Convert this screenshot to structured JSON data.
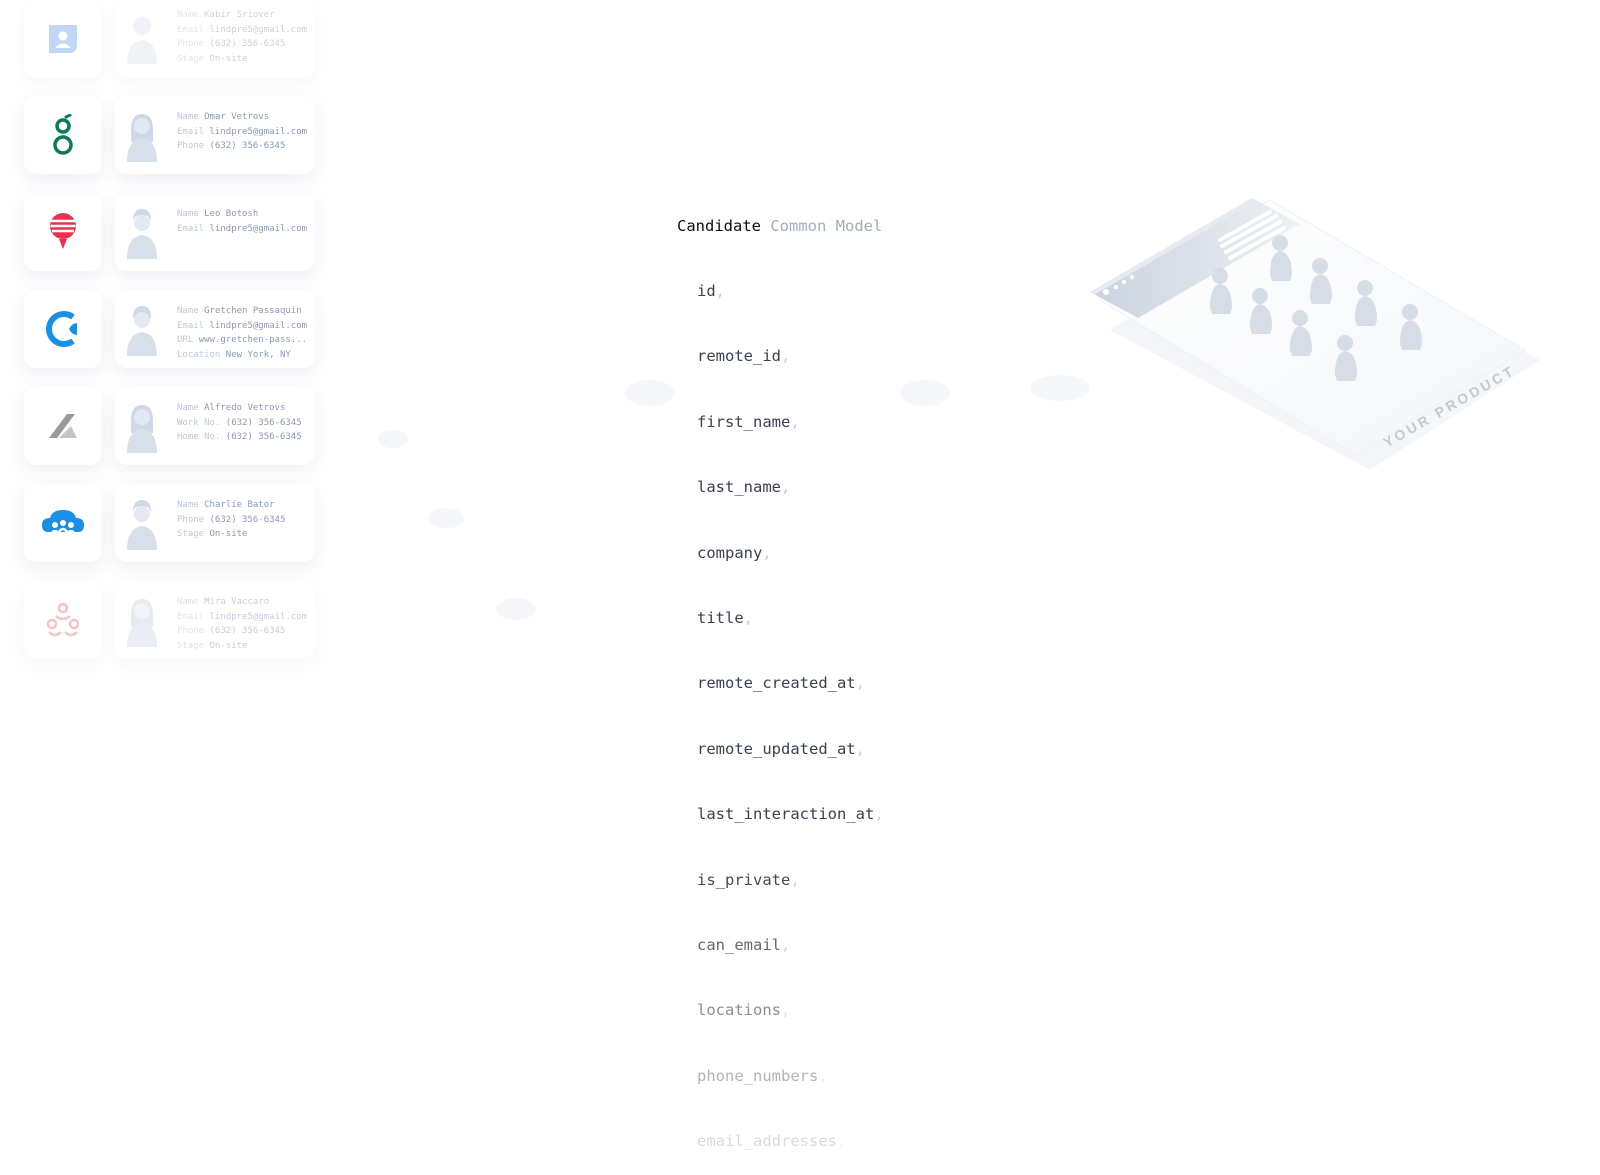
{
  "candidate_cards": [
    {
      "rows": [
        {
          "label": "Name",
          "value": "Kabir Sriover"
        },
        {
          "label": "Email",
          "value": "lindpre5@gmail.com"
        },
        {
          "label": "Phone",
          "value": "(632) 356-6345"
        },
        {
          "label": "Stage",
          "value": "On-site"
        }
      ]
    },
    {
      "rows": [
        {
          "label": "Name",
          "value": "Omar Vetrovs"
        },
        {
          "label": "Email",
          "value": "lindpre5@gmail.com"
        },
        {
          "label": "Phone",
          "value": "(632) 356-6345"
        }
      ]
    },
    {
      "rows": [
        {
          "label": "Name",
          "value": "Leo Botosh"
        },
        {
          "label": "Email",
          "value": "lindpre5@gmail.com"
        }
      ]
    },
    {
      "rows": [
        {
          "label": "Name",
          "value": "Gretchen Passaquin"
        },
        {
          "label": "Email",
          "value": "lindpre5@gmail.com"
        },
        {
          "label": "URL",
          "value": "www.gretchen-pass..."
        },
        {
          "label": "Location",
          "value": "New York, NY"
        }
      ]
    },
    {
      "rows": [
        {
          "label": "Name",
          "value": "Alfredo Vetrovs"
        },
        {
          "label": "Work No.",
          "value": "(632) 356-6345"
        },
        {
          "label": "Home No.",
          "value": "(632) 356-6345"
        }
      ]
    },
    {
      "rows": [
        {
          "label": "Name",
          "value": "Charlie Bator"
        },
        {
          "label": "Phone",
          "value": "(632) 356-6345"
        },
        {
          "label": "Stage",
          "value": "On-site"
        }
      ]
    },
    {
      "rows": [
        {
          "label": "Name",
          "value": "Mira Vaccaro"
        },
        {
          "label": "Email",
          "value": "lindpre5@gmail.com"
        },
        {
          "label": "Phone",
          "value": "(632) 356-6345"
        },
        {
          "label": "Stage",
          "value": "On-site"
        }
      ]
    }
  ],
  "integration_icons": [
    "person-badge-icon",
    "greenhouse-logo-icon",
    "lever-balloon-icon",
    "c-logo-icon",
    "chevron-stack-logo-icon",
    "cloud-people-logo-icon",
    "people-circle-logo-icon"
  ],
  "model": {
    "title": "Candidate",
    "subtitle": "Common Model",
    "fields": [
      "id",
      "remote_id",
      "first_name",
      "last_name",
      "company",
      "title",
      "remote_created_at",
      "remote_updated_at",
      "last_interaction_at",
      "is_private",
      "can_email",
      "locations",
      "phone_numbers",
      "email_addresses"
    ],
    "comma": ","
  },
  "illustration": {
    "label": "YOUR PRODUCT"
  },
  "colors": {
    "accent_blue": "#1a8fe3",
    "green": "#0d7a52",
    "red": "#e4344d",
    "pink": "#e8898c",
    "light_blue": "#b8cff2"
  }
}
